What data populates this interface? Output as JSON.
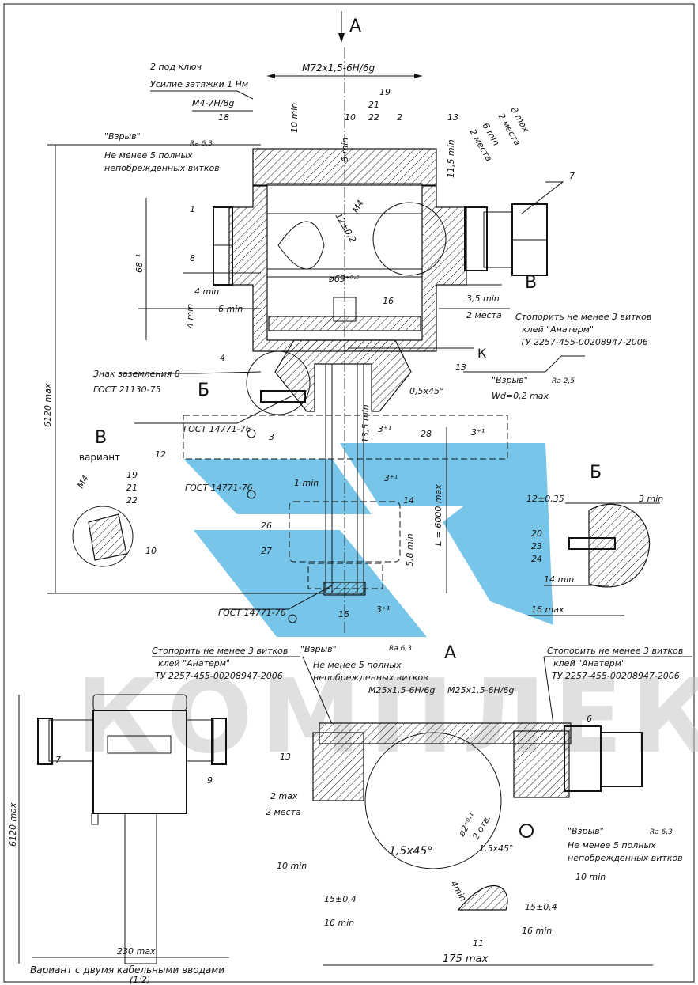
{
  "watermark": {
    "text": "КОМПЛЕКТ",
    "color": "#2aa6dc"
  },
  "view_a_label": "A",
  "top": {
    "thread_main": "M72x1,5-6H/6g",
    "hex_key": "2 под ключ",
    "torque": "Усилие затяжки 1 Нм",
    "thread_m4": "M4-7H/8g",
    "vzryv_1": "\"Взрыв\"",
    "ra_1": "Ra 6,3",
    "threads_note_1": "Не менее 5 полных",
    "threads_note_2": "непобрежденных витков",
    "dim_10min": "10 min",
    "dim_6min_a": "6 min",
    "dim_11_5min": "11,5 min",
    "dim_m4": "M4",
    "dim_12": "12±0,2",
    "dim_8max": "8 max",
    "dim_2mesta_a": "2 места",
    "dim_6min_b": "6 min",
    "dim_2mesta_b": "2 места",
    "dim_68": "68⁻¹",
    "dim_69": "ø69⁺⁰·⁵",
    "dim_4min_a": "4 min",
    "dim_4min_b": "4 min",
    "dim_6min_c": "6 min",
    "dim_3_5min": "3,5 min",
    "dim_2mesta_c": "2 места",
    "glue_1": "Стопорить не менее 3 витков",
    "glue_2": "клей \"Анатерм\"",
    "glue_3": "ТУ 2257-455-00208947-2006",
    "label_k": "К",
    "label_b_ref": "В",
    "ground_1": "Знак заземления 8",
    "ground_2": "ГОСТ 21130-75",
    "label_b_cyr": "Б",
    "vzryv_2": "\"Взрыв\"",
    "ra_2": "Ra 2,5",
    "wd": "Wd=0,2 max",
    "chamfer": "0,5x45°",
    "gost_1": "ГОСТ 14771-76",
    "gost_2": "ГОСТ 14771-76",
    "gost_3": "ГОСТ 14771-76",
    "dim_13_5": "13,5 min",
    "dim_3_a": "3⁺¹",
    "dim_3_b": "3⁺¹",
    "dim_3_c": "3⁺¹",
    "dim_3_d": "3⁺¹",
    "dim_1min": "1 min",
    "dim_5_8": "5,8 min",
    "dim_l": "L = 6000 max",
    "dim_6120": "6120 max",
    "variant_letter": "В",
    "variant_word": "вариант",
    "frac_top": "19",
    "frac_mid": "21",
    "frac_bot": "22",
    "v_m4": "M4",
    "v_19": "19",
    "v_21": "21",
    "v_22": "22",
    "b_title": "Б",
    "b_12": "12±0,35",
    "b_3min": "3 min",
    "b_20": "20",
    "b_23": "23",
    "b_24": "24",
    "b_14min": "14 min",
    "b_16max": "16 max",
    "parts": {
      "p1": "1",
      "p2": "2",
      "p3": "3",
      "p4": "4",
      "p7": "7",
      "p8": "8",
      "p10": "10",
      "p12": "12",
      "p13a": "13",
      "p13b": "13",
      "p14": "14",
      "p15": "15",
      "p16": "16",
      "p18": "18",
      "p26": "26",
      "p27": "27",
      "p28": "28"
    }
  },
  "bottom": {
    "left_note_1": "Стопорить не менее 3 витков",
    "left_note_2": "клей \"Анатерм\"",
    "left_note_3": "ТУ 2257-455-00208947-2006",
    "vzryv": "\"Взрыв\"",
    "ra": "Ra 6,3",
    "a_label": "A",
    "threads_1": "Не менее 5 полных",
    "threads_2": "непобрежденных витков",
    "thread_l": "M25x1,5-6H/6g",
    "thread_r": "M25x1,5-6H/6g",
    "right_note_1": "Стопорить не менее 3 витков",
    "right_note_2": "клей \"Анатерм\"",
    "right_note_3": "ТУ 2257-455-00208947-2006",
    "p6": "6",
    "p7": "7",
    "p9": "9",
    "p11": "11",
    "p13": "13",
    "dim_6120": "6120 max",
    "dim_230": "230 max",
    "caption_1": "Вариант с двумя кабельными вводами",
    "caption_2": "(1:2)",
    "dim_2max": "2 max",
    "dim_2mesta": "2 места",
    "dim_10min_l": "10 min",
    "dim_15_l": "15±0,4",
    "dim_16_l": "16 min",
    "chamfer_big": "1,5x45°",
    "chamfer_small": "1,5x45°",
    "hole": "ø2⁺⁰·¹",
    "holes": "2 отв.",
    "dim_4min": "4min",
    "vzryv_r": "\"Взрыв\"",
    "ra_r": "Ra 6,3",
    "threads_r_1": "Не менее 5 полных",
    "threads_r_2": "непобрежденных витков",
    "dim_10min_r": "10 min",
    "dim_15_r": "15±0,4",
    "dim_16_r": "16 min",
    "dim_175": "175 max"
  }
}
